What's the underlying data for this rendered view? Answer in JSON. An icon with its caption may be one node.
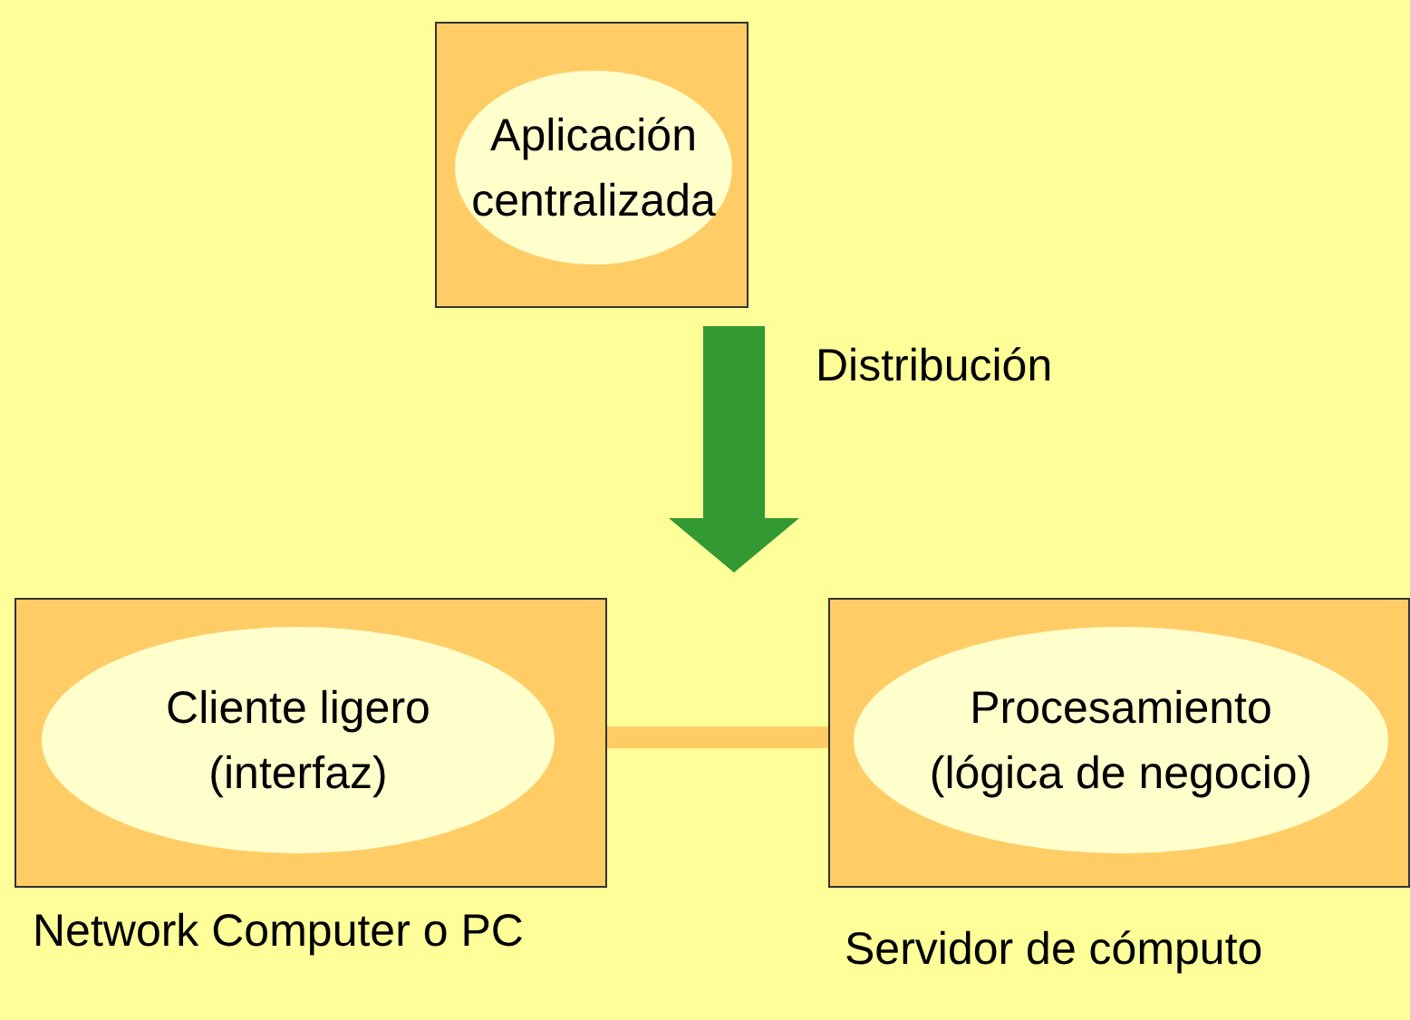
{
  "diagram": {
    "nodes": [
      {
        "text": [],
        "shape": "box"
      },
      {
        "text": [
          "Aplicación centralizada"
        ],
        "in": 0
      },
      {
        "text": [],
        "shape": "box",
        "beside": [
          "Network Computer o PC"
        ]
      },
      {
        "text": [
          "Cliente ligero (interfaz)"
        ],
        "in": 2
      },
      {
        "text": [],
        "shape": "box",
        "beside": [
          "Servidor de cómputo"
        ]
      },
      {
        "text": [
          "Procesamiento (lógica de negocio)"
        ],
        "in": 4
      }
    ],
    "edges": [
      {
        "from": 0,
        "to": null,
        "arrow": "to",
        "label": "Distribución",
        "style": "thick",
        "color": "#339933"
      },
      {
        "from": 2,
        "to": 4,
        "arrow": "none",
        "color": "#ffcc66"
      }
    ]
  }
}
